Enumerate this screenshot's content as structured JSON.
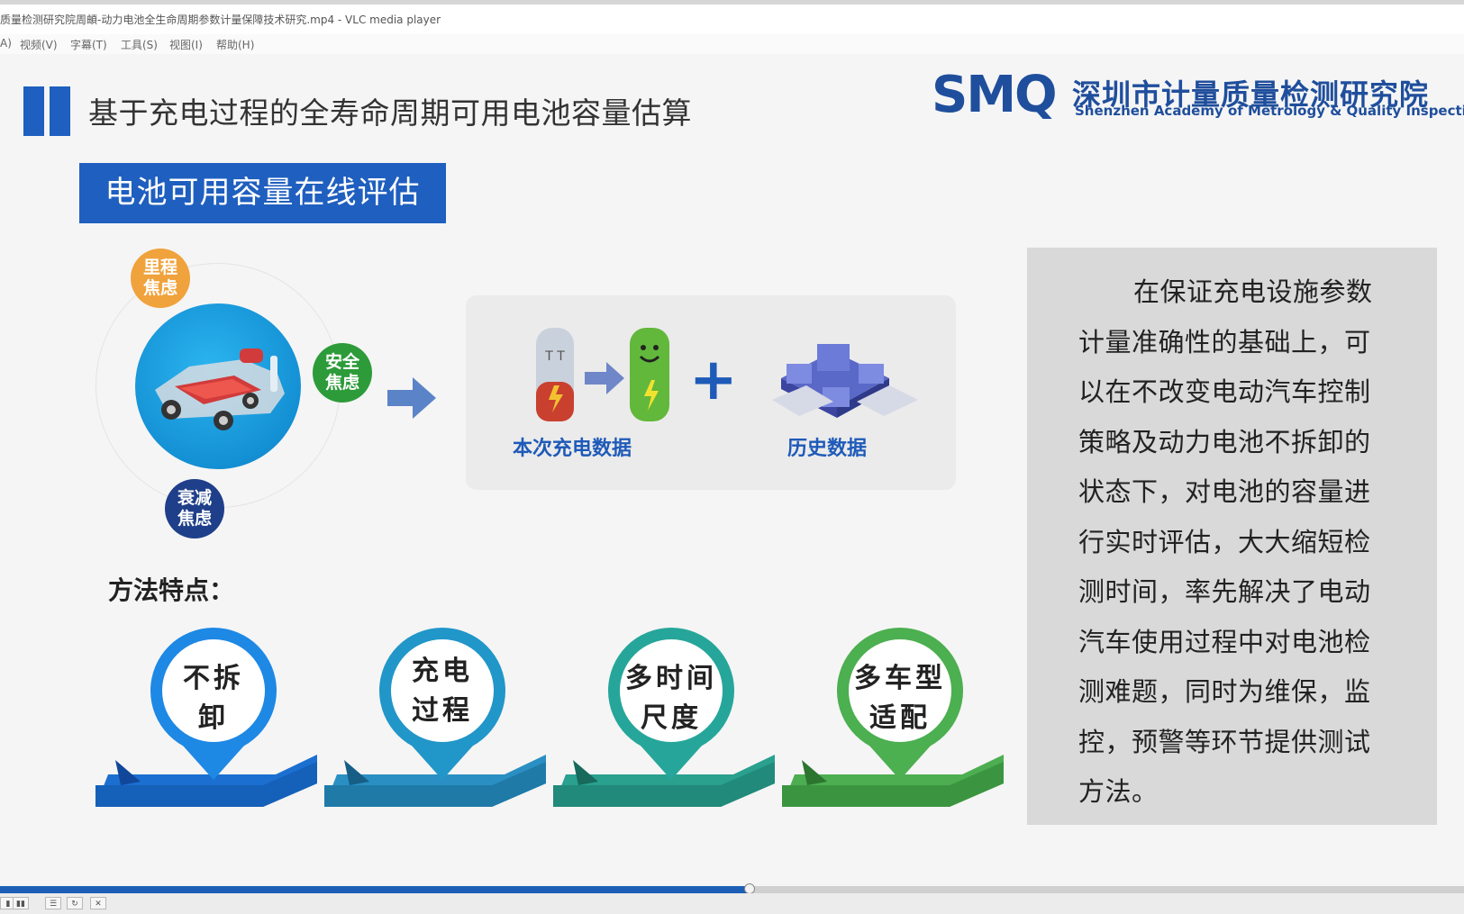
{
  "window": {
    "title": "质量检测研究院周頔-动力电池全生命周期参数计量保障技术研究.mp4 - VLC media player"
  },
  "menu": {
    "items": [
      {
        "label": "A)"
      },
      {
        "label": "视频(V)"
      },
      {
        "label": "字幕(T)"
      },
      {
        "label": "工具(S)"
      },
      {
        "label": "视图(I)"
      },
      {
        "label": "帮助(H)"
      }
    ]
  },
  "slide": {
    "title": "基于充电过程的全寿命周期可用电池容量估算",
    "logo": {
      "mark": "SMQ",
      "org_cn": "深圳市计量质量检测研究院",
      "org_en": "Shenzhen Academy of Metrology & Quality Inspection"
    },
    "section_banner": "电池可用容量在线评估",
    "anxiety_badges": [
      {
        "line1": "里程",
        "line2": "焦虑",
        "color": "#f0a23c"
      },
      {
        "line1": "安全",
        "line2": "焦虑",
        "color": "#2d9b3a"
      },
      {
        "line1": "衰减",
        "line2": "焦虑",
        "color": "#1f3f8a"
      }
    ],
    "process": {
      "current_data_label": "本次充电数据",
      "plus": "+",
      "history_data_label": "历史数据"
    },
    "features_label": "方法特点：",
    "features": [
      {
        "line1": "不拆",
        "line2": "卸",
        "color": "#1e88e5"
      },
      {
        "line1": "充电",
        "line2": "过程",
        "color": "#2196c9"
      },
      {
        "line1": "多时间",
        "line2": "尺度",
        "color": "#26a69a"
      },
      {
        "line1": "多车型",
        "line2": "适配",
        "color": "#4caf50"
      }
    ],
    "side_text": "在保证充电设施参数计量准确性的基础上，可以在不改变电动汽车控制策略及动力电池不拆卸的状态下，对电池的容量进行实时评估，大大缩短检测时间，率先解决了电动汽车使用过程中对电池检测难题，同时为维保，监控，预警等环节提供测试方法。"
  },
  "player": {
    "progress_fraction": 0.512,
    "accent": "#1d5fb6"
  }
}
